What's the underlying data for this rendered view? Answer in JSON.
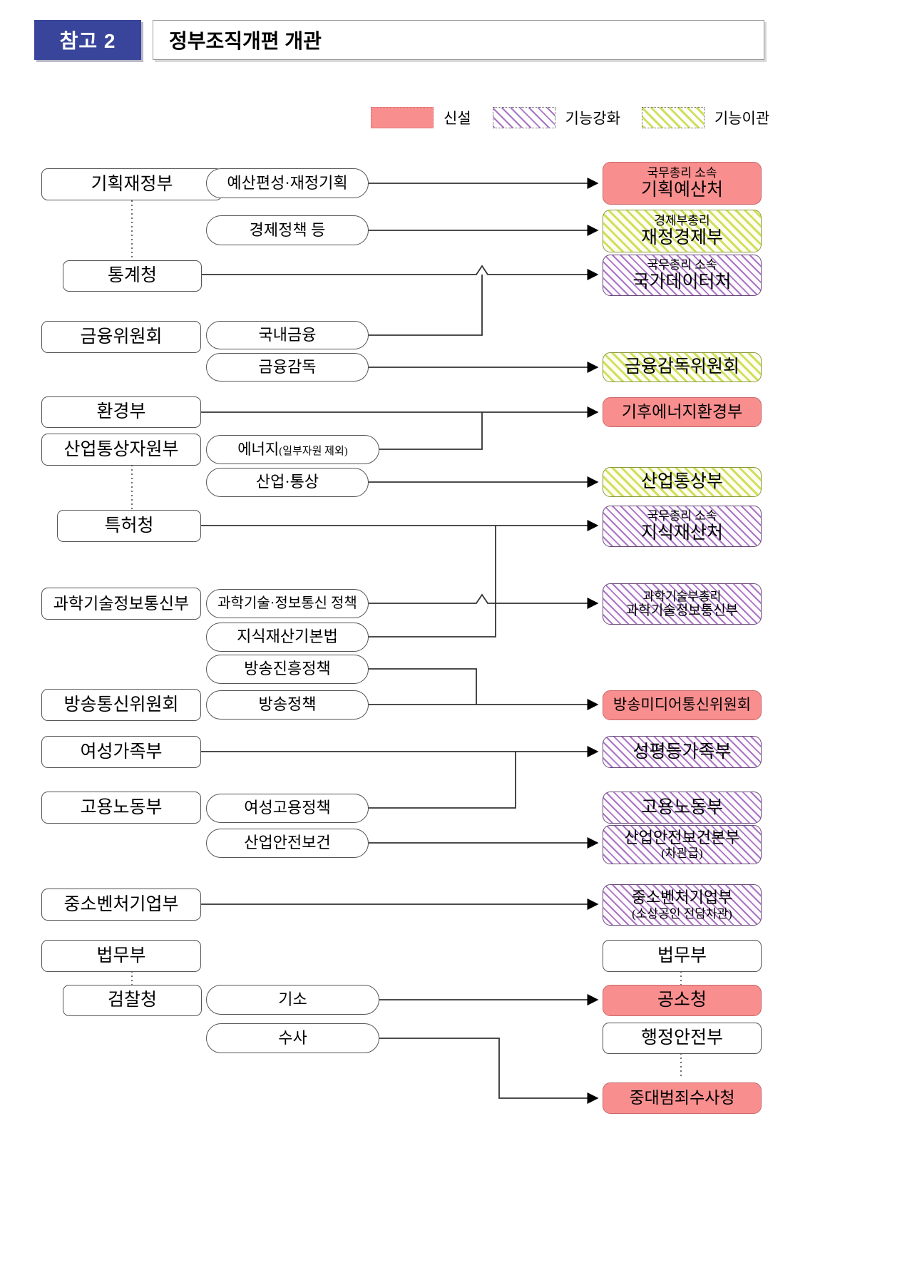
{
  "header": {
    "tag": "참고 2",
    "title": "정부조직개편 개관"
  },
  "legend": [
    {
      "key": "new",
      "label": "신설"
    },
    {
      "key": "strengthen",
      "label": "기능강화"
    },
    {
      "key": "transfer",
      "label": "기능이관"
    }
  ],
  "colors": {
    "new": "#f98e8e",
    "strengthen": "#a974c4",
    "transfer": "#cfe05a",
    "tag_bg": "#39459b"
  },
  "left": [
    {
      "id": "l-mof",
      "label": "기획재정부"
    },
    {
      "id": "l-kostat",
      "label": "통계청"
    },
    {
      "id": "l-fsc",
      "label": "금융위원회"
    },
    {
      "id": "l-moe",
      "label": "환경부"
    },
    {
      "id": "l-motie",
      "label": "산업통상자원부"
    },
    {
      "id": "l-kipo",
      "label": "특허청"
    },
    {
      "id": "l-msit",
      "label": "과학기술정보통신부"
    },
    {
      "id": "l-kcc",
      "label": "방송통신위원회"
    },
    {
      "id": "l-mogef",
      "label": "여성가족부"
    },
    {
      "id": "l-moel",
      "label": "고용노동부"
    },
    {
      "id": "l-mss",
      "label": "중소벤처기업부"
    },
    {
      "id": "l-moj",
      "label": "법무부"
    },
    {
      "id": "l-pros",
      "label": "검찰청"
    }
  ],
  "functions": [
    {
      "id": "f-budget",
      "label": "예산편성·재정기획"
    },
    {
      "id": "f-econ",
      "label": "경제정책  등"
    },
    {
      "id": "f-domfin",
      "label": "국내금융"
    },
    {
      "id": "f-finsup",
      "label": "금융감독"
    },
    {
      "id": "f-energy",
      "label": "에너지",
      "note": "(일부자원 제외)"
    },
    {
      "id": "f-indtrade",
      "label": "산업·통상"
    },
    {
      "id": "f-scipol",
      "label": "과학기술·정보통신 정책"
    },
    {
      "id": "f-iplaw",
      "label": "지식재산기본법"
    },
    {
      "id": "f-bcpromo",
      "label": "방송진흥정책"
    },
    {
      "id": "f-bcpol",
      "label": "방송정책"
    },
    {
      "id": "f-wemploy",
      "label": "여성고용정책"
    },
    {
      "id": "f-safety",
      "label": "산업안전보건"
    },
    {
      "id": "f-prosecute",
      "label": "기소"
    },
    {
      "id": "f-investig",
      "label": "수사"
    }
  ],
  "right": [
    {
      "id": "r-budget",
      "sub": "국무총리 소속",
      "label": "기획예산처",
      "fill": "new"
    },
    {
      "id": "r-mofe",
      "sub": "경제부총리",
      "label": "재정경제부",
      "fill": "transfer"
    },
    {
      "id": "r-data",
      "sub": "국무총리 소속",
      "label": "국가데이터처",
      "fill": "strengthen"
    },
    {
      "id": "r-fsc",
      "sub": "",
      "label": "금융감독위원회",
      "fill": "transfer"
    },
    {
      "id": "r-climate",
      "sub": "",
      "label": "기후에너지환경부",
      "fill": "new"
    },
    {
      "id": "r-trade",
      "sub": "",
      "label": "산업통상부",
      "fill": "transfer"
    },
    {
      "id": "r-ip",
      "sub": "국무총리 소속",
      "label": "지식재산처",
      "fill": "strengthen"
    },
    {
      "id": "r-msit",
      "sub": "과학기술부총리",
      "label": "과학기술정보통신부",
      "fill": "strengthen"
    },
    {
      "id": "r-media",
      "sub": "",
      "label": "방송미디어통신위원회",
      "fill": "new"
    },
    {
      "id": "r-gender",
      "sub": "",
      "label": "성평등가족부",
      "fill": "strengthen"
    },
    {
      "id": "r-labor",
      "sub": "",
      "label": "고용노동부",
      "fill": "strengthen"
    },
    {
      "id": "r-safety",
      "sub": "",
      "label": "산업안전보건본부",
      "note": "(차관급)",
      "fill": "strengthen"
    },
    {
      "id": "r-sme",
      "sub": "",
      "label": "중소벤처기업부",
      "note": "(소상공인 전담차관)",
      "fill": "strengthen"
    },
    {
      "id": "r-moj",
      "sub": "",
      "label": "법무부",
      "fill": "none"
    },
    {
      "id": "r-public",
      "sub": "",
      "label": "공소청",
      "fill": "new"
    },
    {
      "id": "r-mois",
      "sub": "",
      "label": "행정안전부",
      "fill": "none"
    },
    {
      "id": "r-serious",
      "sub": "",
      "label": "중대범죄수사청",
      "fill": "new"
    }
  ]
}
